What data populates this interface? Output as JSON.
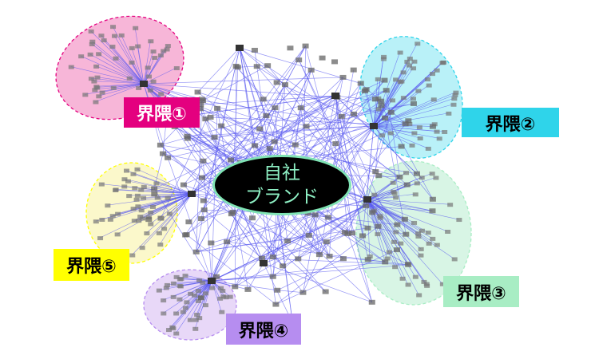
{
  "center": {
    "line1": "自社",
    "line2": "ブランド",
    "fill": "#000000",
    "border": "#7fe3b4",
    "text_color": "#8ef0c4"
  },
  "clusters": [
    {
      "label": "界隈①",
      "color": "#f07ab8",
      "label_bg": "#e4007f",
      "label_color": "#ffffff"
    },
    {
      "label": "界隈②",
      "color": "#7fe6f2",
      "label_bg": "#2fd4ea",
      "label_color": "#000000"
    },
    {
      "label": "界隈③",
      "color": "#b8ecd0",
      "label_bg": "#a8edc4",
      "label_color": "#000000"
    },
    {
      "label": "界隈④",
      "color": "#d6b8f2",
      "label_bg": "#b68df0",
      "label_color": "#000000"
    },
    {
      "label": "界隈⑤",
      "color": "#f8f2a0",
      "label_bg": "#ffff00",
      "label_color": "#000000"
    }
  ],
  "edge_color": "#5a5af0"
}
